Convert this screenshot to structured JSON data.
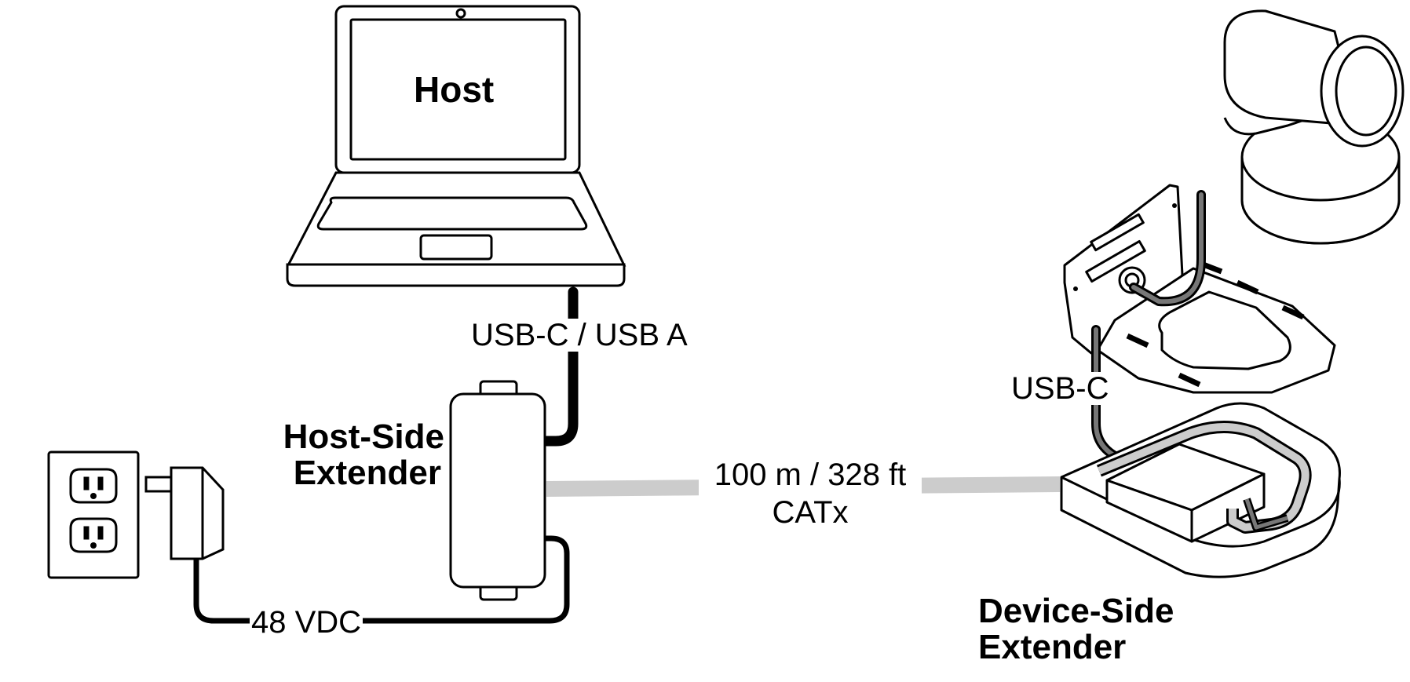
{
  "host": {
    "label": "Host"
  },
  "usb_host": {
    "label": "USB-C / USB A"
  },
  "host_extender": {
    "line1": "Host-Side",
    "line2": "Extender"
  },
  "catx": {
    "line1": "100 m / 328 ft",
    "line2": "CATx"
  },
  "power": {
    "label": "48 VDC"
  },
  "usb_device": {
    "label": "USB-C"
  },
  "device_extender": {
    "line1": "Device-Side",
    "line2": "Extender"
  },
  "colors": {
    "line": "#000000",
    "cat_cable": "#cccccc",
    "cam_cable": "#777777",
    "background": "#ffffff"
  },
  "icons": [
    "laptop-icon",
    "wall-outlet-icon",
    "power-adapter-icon",
    "host-extender-box",
    "ptz-camera-icon",
    "device-extender-icon"
  ]
}
